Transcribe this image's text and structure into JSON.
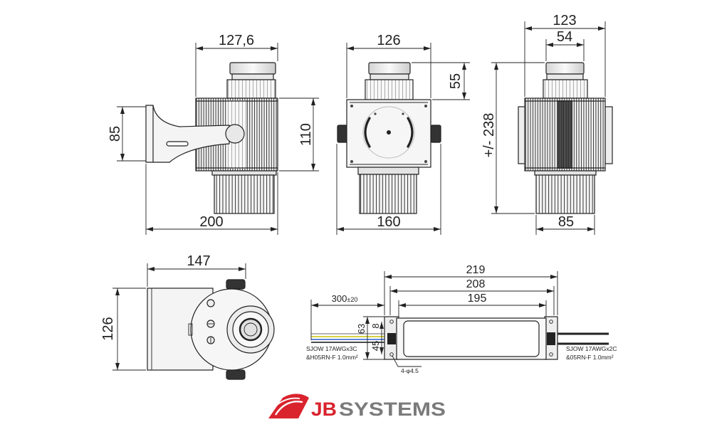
{
  "diagram": {
    "side_view": {
      "top_width": "127,6",
      "bracket_height": "85",
      "body_height": "110",
      "overall_width": "200"
    },
    "front_view": {
      "top_width": "126",
      "cap_height": "55",
      "overall_width": "160"
    },
    "rear_view": {
      "body_width": "123",
      "cap_width": "54",
      "overall_height": "+/- 238",
      "fins_width": "85"
    },
    "bottom_view": {
      "width": "147",
      "height": "126"
    },
    "driver": {
      "overall_length": "219",
      "hole_spacing": "208",
      "case_length": "195",
      "cable_length": "300",
      "cable_tolerance": "±20",
      "height": "63",
      "flange": "8",
      "inner_height": "45",
      "mounting_holes": "4-φ4.5",
      "input_cable_line1": "SJOW 17AWGx3C",
      "input_cable_line2": "&H05RN-F 1.0mm²",
      "output_cable_line1": "SJOW 17AWGx2C",
      "output_cable_line2": "&05RN-F 1.0mm²",
      "wire_colors": [
        "#9a9a9a",
        "#c8c200",
        "#2f5fd0",
        "#111111"
      ]
    }
  },
  "logo": {
    "brand_part1": "JB",
    "brand_part2": "SYSTEMS",
    "color_red": "#d9232d",
    "color_gray": "#7b7b7b"
  }
}
